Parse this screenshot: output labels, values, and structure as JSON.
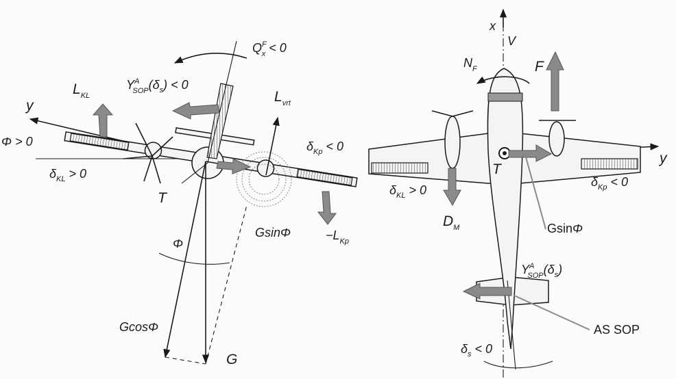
{
  "left_view": {
    "y_axis": "y",
    "roll_angle_label": "Φ > 0",
    "aileron_left_label": "δ",
    "aileron_left_sub": "KL",
    "aileron_left_cond": " > 0",
    "aileron_right_label": "δ",
    "aileron_right_sub": "Kp",
    "aileron_right_cond": " < 0",
    "lift_left_label": "L",
    "lift_left_sub": "KL",
    "lift_right_label": "−L",
    "lift_right_sub": "Kp",
    "lift_vert_label": "L",
    "lift_vert_sub": "vrt",
    "side_force_label": "Y",
    "side_force_sup": "A",
    "side_force_sub": "SOP",
    "side_force_rest": "(δ",
    "side_force_s": "s",
    "side_force_cond": ") < 0",
    "moment_label": "Q",
    "moment_sup": "F",
    "moment_sub": "x",
    "moment_cond": " < 0",
    "thrust_label": "T",
    "gsin_label": "Gsin",
    "gsin_phi": "Φ",
    "gcos_label": "Gcos",
    "gcos_phi": "Φ",
    "weight_label": "G",
    "phi_label": "Φ"
  },
  "right_view": {
    "x_axis": "x",
    "v_label": "V",
    "y_axis": "y",
    "yaw_moment_label": "N",
    "yaw_moment_sub": "F",
    "force_label": "F",
    "thrust_label": "T",
    "drag_label": "D",
    "drag_sub": "M",
    "aileron_left_label": "δ",
    "aileron_left_sub": "KL",
    "aileron_left_cond": " > 0",
    "aileron_right_label": "δ",
    "aileron_right_sub": "Kp",
    "aileron_right_cond": " < 0",
    "gsin_label": "Gsin",
    "gsin_phi": "Φ",
    "side_force_label": "Y",
    "side_force_sup": "A",
    "side_force_sub": "SOP",
    "side_force_rest": "(δ",
    "side_force_s": "s",
    "side_force_close": ")",
    "as_sop_label": "AS SOP",
    "rudder_label": "δ",
    "rudder_sub": "s",
    "rudder_cond": " < 0"
  },
  "colors": {
    "line": "#1a1a1a",
    "arrow_fill": "#8a8a8a",
    "hatch": "#444444",
    "background": "#fbfbfb"
  }
}
